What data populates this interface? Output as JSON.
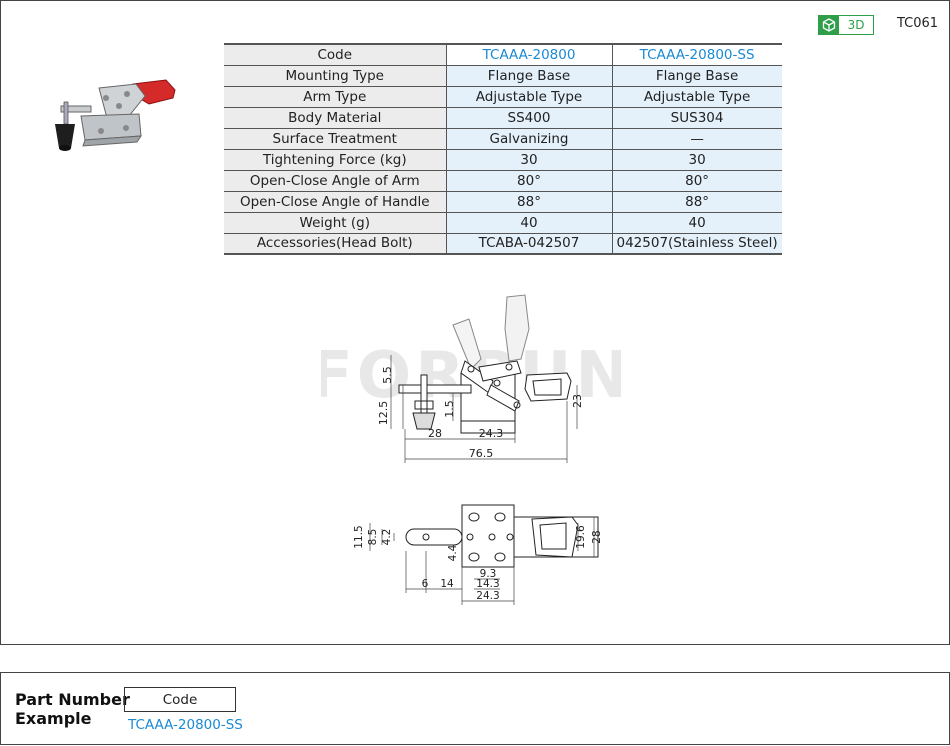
{
  "header": {
    "badge_3d_label": "3D",
    "product_code": "TC061"
  },
  "spec_table": {
    "columns": [
      "Code",
      "TCAAA-20800",
      "TCAAA-20800-SS"
    ],
    "rows": [
      [
        "Mounting Type",
        "Flange Base",
        "Flange Base"
      ],
      [
        "Arm Type",
        "Adjustable Type",
        "Adjustable Type"
      ],
      [
        "Body Material",
        "SS400",
        "SUS304"
      ],
      [
        "Surface Treatment",
        "Galvanizing",
        "—"
      ],
      [
        "Tightening Force (kg)",
        "30",
        "30"
      ],
      [
        "Open-Close Angle of Arm",
        "80°",
        "80°"
      ],
      [
        "Open-Close  Angle of Handle",
        "88°",
        "88°"
      ],
      [
        "Weight (g)",
        "40",
        "40"
      ],
      [
        "Accessories(Head Bolt)",
        "TCABA-042507",
        "042507(Stainless Steel)"
      ]
    ]
  },
  "drawing": {
    "watermark": "FORPUN",
    "side_view_dims": [
      "5.5",
      "12.5",
      "1.5",
      "23",
      "28",
      "24.3",
      "76.5"
    ],
    "top_view_dims": [
      "11.5",
      "8.5",
      "4.2",
      "4.4",
      "19.6",
      "28",
      "6",
      "14",
      "9.3",
      "14.3",
      "24.3"
    ]
  },
  "part_number_example": {
    "title_line1": "Part Number",
    "title_line2": "Example",
    "code_header": "Code",
    "example_code": "TCAAA-20800-SS"
  },
  "colors": {
    "accent_blue": "#1a8ad4",
    "badge_green": "#2e9e48",
    "table_value_bg": "#e4f1fb",
    "table_label_bg": "#ececec",
    "handle_red": "#d42a2a"
  },
  "icons": [
    "cube-3d-icon"
  ]
}
